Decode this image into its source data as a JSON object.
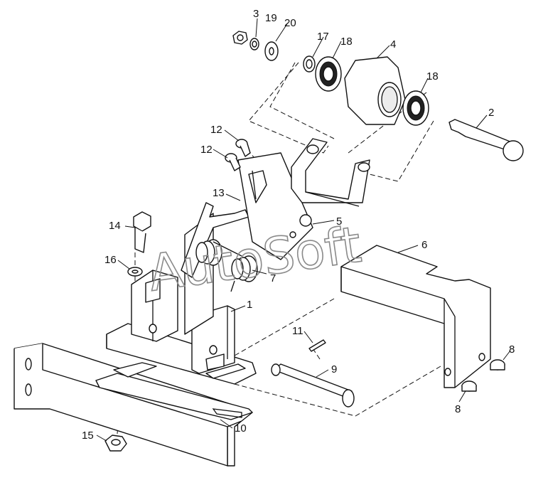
{
  "watermark": "AutoSoft",
  "callouts": [
    {
      "id": "c3",
      "label": "3"
    },
    {
      "id": "c19",
      "label": "19"
    },
    {
      "id": "c20",
      "label": "20"
    },
    {
      "id": "c17",
      "label": "17"
    },
    {
      "id": "c18a",
      "label": "18"
    },
    {
      "id": "c4",
      "label": "4"
    },
    {
      "id": "c18b",
      "label": "18"
    },
    {
      "id": "c2",
      "label": "2"
    },
    {
      "id": "c12a",
      "label": "12"
    },
    {
      "id": "c12b",
      "label": "12"
    },
    {
      "id": "c13",
      "label": "13"
    },
    {
      "id": "c5",
      "label": "5"
    },
    {
      "id": "c14",
      "label": "14"
    },
    {
      "id": "c6",
      "label": "6"
    },
    {
      "id": "c16",
      "label": "16"
    },
    {
      "id": "c7",
      "label": "7"
    },
    {
      "id": "c1",
      "label": "1"
    },
    {
      "id": "c11",
      "label": "11"
    },
    {
      "id": "c8a",
      "label": "8"
    },
    {
      "id": "c9",
      "label": "9"
    },
    {
      "id": "c8b",
      "label": "8"
    },
    {
      "id": "c15",
      "label": "15"
    },
    {
      "id": "c10",
      "label": "10"
    }
  ]
}
